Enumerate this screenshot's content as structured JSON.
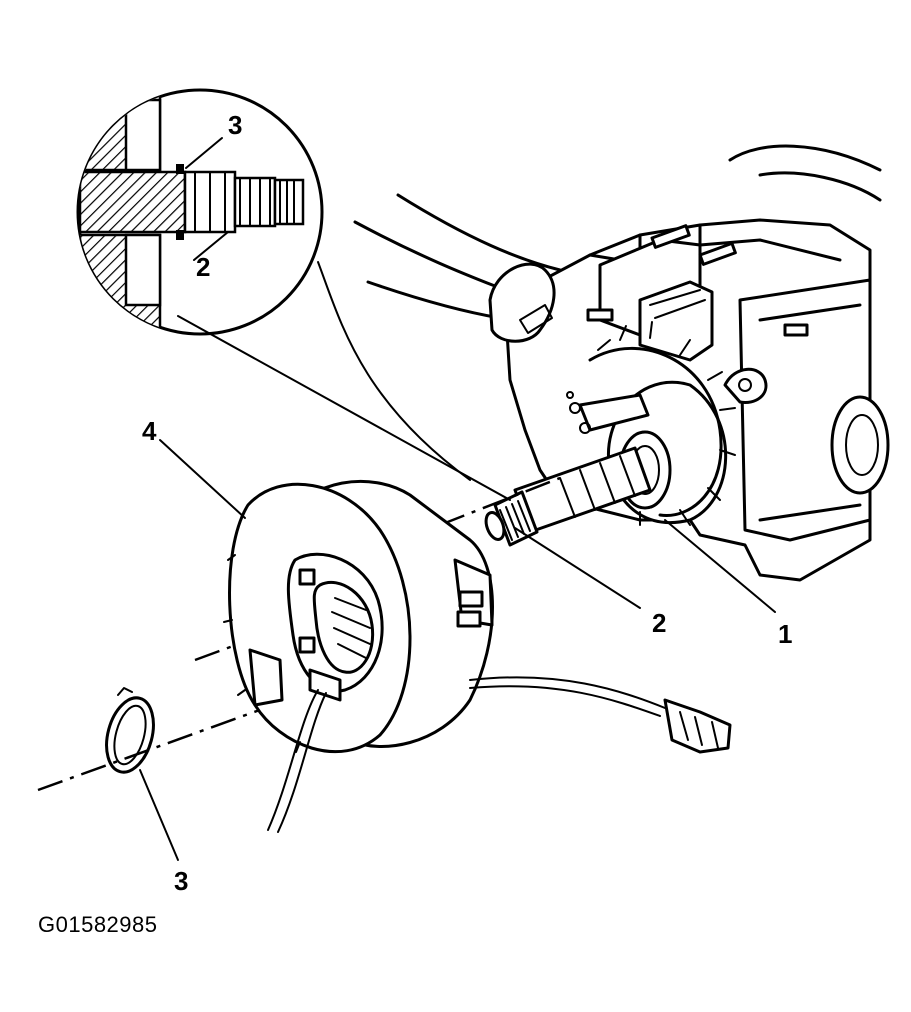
{
  "figure": {
    "id_label": "G01582985",
    "callouts": {
      "steering_column": "1",
      "shaft_lower": "2",
      "shaft_detail": "2",
      "ring_detail": "3",
      "ring_lower": "3",
      "coil_assembly": "4"
    }
  }
}
